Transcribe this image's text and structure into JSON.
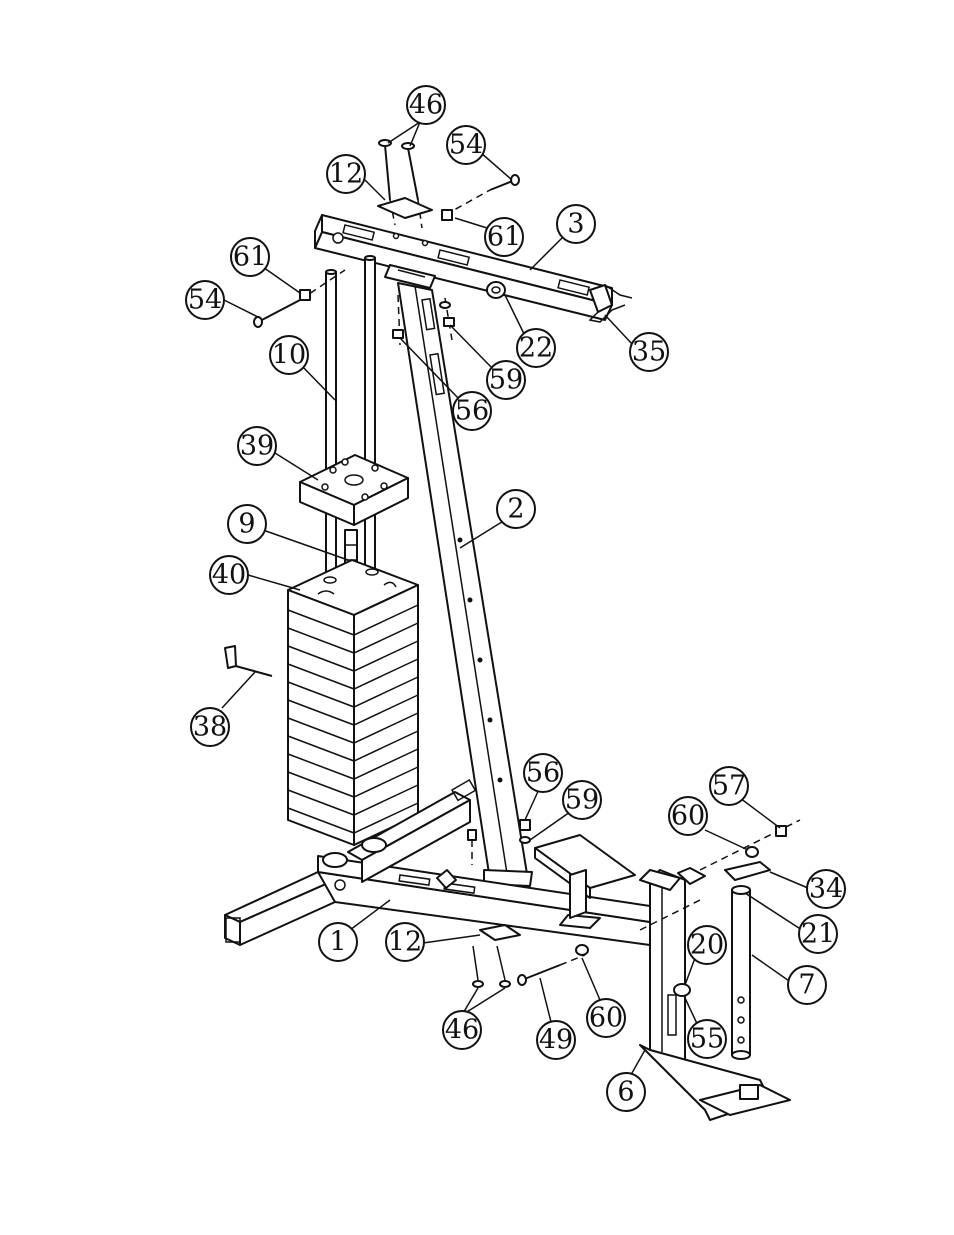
{
  "diagram": {
    "callouts": [
      {
        "id": "46-top",
        "label": "46"
      },
      {
        "id": "54-top",
        "label": "54"
      },
      {
        "id": "12-top",
        "label": "12"
      },
      {
        "id": "3",
        "label": "3"
      },
      {
        "id": "61-right",
        "label": "61"
      },
      {
        "id": "61-left",
        "label": "61"
      },
      {
        "id": "54-left",
        "label": "54"
      },
      {
        "id": "22",
        "label": "22"
      },
      {
        "id": "35",
        "label": "35"
      },
      {
        "id": "10",
        "label": "10"
      },
      {
        "id": "59-top",
        "label": "59"
      },
      {
        "id": "56-top",
        "label": "56"
      },
      {
        "id": "39",
        "label": "39"
      },
      {
        "id": "2",
        "label": "2"
      },
      {
        "id": "9",
        "label": "9"
      },
      {
        "id": "40",
        "label": "40"
      },
      {
        "id": "38",
        "label": "38"
      },
      {
        "id": "56-bottom",
        "label": "56"
      },
      {
        "id": "59-bottom",
        "label": "59"
      },
      {
        "id": "57",
        "label": "57"
      },
      {
        "id": "60-right",
        "label": "60"
      },
      {
        "id": "34",
        "label": "34"
      },
      {
        "id": "21",
        "label": "21"
      },
      {
        "id": "1",
        "label": "1"
      },
      {
        "id": "12-bottom",
        "label": "12"
      },
      {
        "id": "20",
        "label": "20"
      },
      {
        "id": "7",
        "label": "7"
      },
      {
        "id": "46-bottom",
        "label": "46"
      },
      {
        "id": "49",
        "label": "49"
      },
      {
        "id": "60-bottom",
        "label": "60"
      },
      {
        "id": "55",
        "label": "55"
      },
      {
        "id": "6",
        "label": "6"
      }
    ]
  }
}
